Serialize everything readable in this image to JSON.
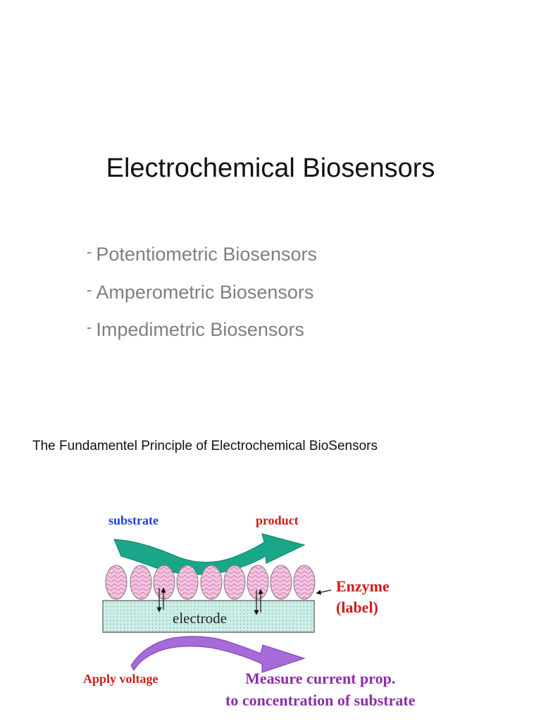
{
  "slide": {
    "title": "Electrochemical Biosensors",
    "bullets": [
      {
        "dash": "-",
        "text": "Potentiometric Biosensors"
      },
      {
        "dash": "-",
        "text": "Amperometric Biosensors"
      },
      {
        "dash": "-",
        "text": "Impedimetric Biosensors"
      }
    ],
    "principle_heading": "The Fundamentel Principle of Electrochemical BioSensors"
  },
  "diagram": {
    "substrate_label": "substrate",
    "product_label": "product",
    "enzyme_label_line1": "Enzyme",
    "enzyme_label_line2": "(label)",
    "electrode_label": "electrode",
    "apply_voltage_label": "Apply voltage",
    "measure_line1": "Measure current prop.",
    "measure_line2": "to concentration of substrate",
    "colors": {
      "substrate": "#1f3fd6",
      "red_label": "#d11a1a",
      "measure": "#8b2fa8",
      "top_arrow": "#1aa789",
      "bottom_arrow": "#a66bd9",
      "enzyme_fill": "#f2c6e2",
      "electrode_fill": "#cdeee8"
    }
  }
}
